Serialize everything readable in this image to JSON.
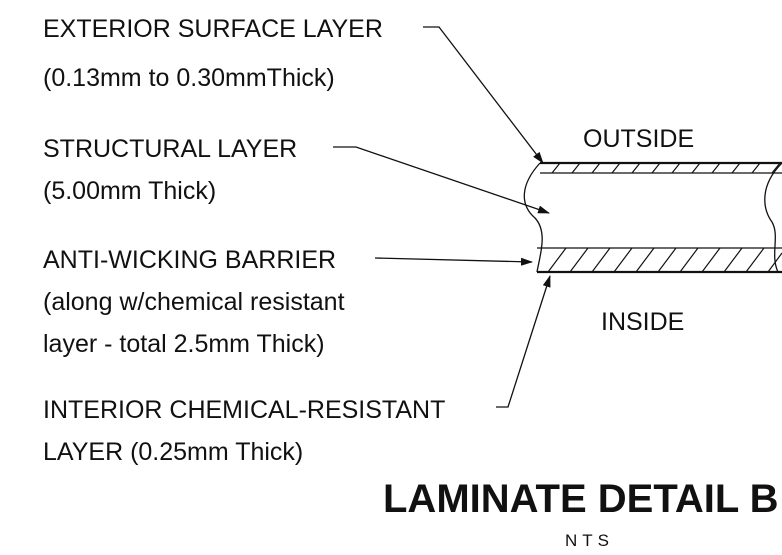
{
  "labels": {
    "exterior_line1": "EXTERIOR SURFACE LAYER",
    "exterior_line2": "(0.13mm to 0.30mmThick)",
    "structural_line1": "STRUCTURAL LAYER",
    "structural_line2": "(5.00mm Thick)",
    "antiwicking_line1": "ANTI-WICKING BARRIER",
    "antiwicking_line2": "(along w/chemical resistant",
    "antiwicking_line3": "layer - total 2.5mm Thick)",
    "interior_line1": "INTERIOR CHEMICAL-RESISTANT",
    "interior_line2": "LAYER (0.25mm Thick)",
    "outside": "OUTSIDE",
    "inside": "INSIDE"
  },
  "title": "LAMINATE DETAIL B",
  "subtitle": "NTS"
}
